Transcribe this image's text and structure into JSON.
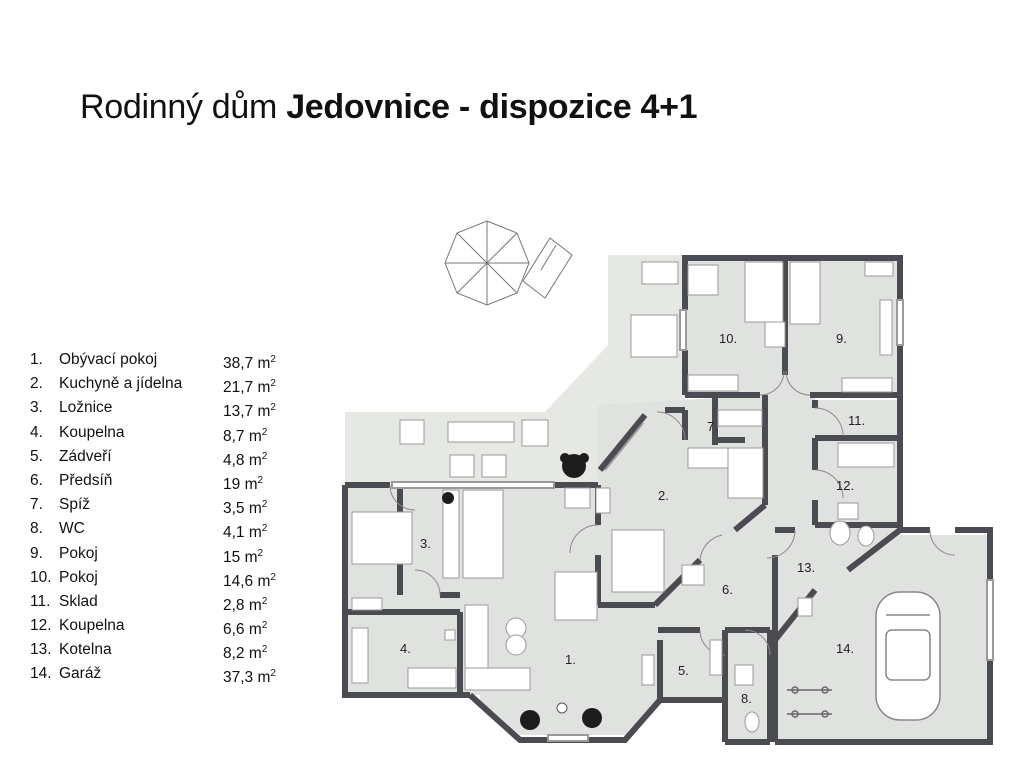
{
  "title": {
    "regular": "Rodinný dům ",
    "bold": "Jedovnice  - dispozice 4+1"
  },
  "area_unit": "m",
  "area_sup": "2",
  "rooms": [
    {
      "num": "1.",
      "name": "Obývací pokoj",
      "area": "38,7",
      "label": "1."
    },
    {
      "num": "2.",
      "name": "Kuchyně a jídelna",
      "area": "21,7",
      "label": "2."
    },
    {
      "num": "3.",
      "name": "Ložnice",
      "area": "13,7",
      "label": "3."
    },
    {
      "num": "4.",
      "name": "Koupelna",
      "area": "8,7",
      "label": "4."
    },
    {
      "num": "5.",
      "name": "Zádveří",
      "area": "4,8",
      "label": "5."
    },
    {
      "num": "6.",
      "name": "Předsíň",
      "area": "19",
      "label": "6."
    },
    {
      "num": "7.",
      "name": "Spíž",
      "area": "3,5",
      "label": "7."
    },
    {
      "num": "8.",
      "name": "WC",
      "area": "4,1",
      "label": "8."
    },
    {
      "num": "9.",
      "name": "Pokoj",
      "area": "15",
      "label": "9."
    },
    {
      "num": "10.",
      "name": "Pokoj",
      "area": "14,6",
      "label": "10."
    },
    {
      "num": "11.",
      "name": "Sklad",
      "area": "2,8",
      "label": "11."
    },
    {
      "num": "12.",
      "name": "Koupelna",
      "area": "6,6",
      "label": "12."
    },
    {
      "num": "13.",
      "name": "Kotelna",
      "area": "8,2",
      "label": "13."
    },
    {
      "num": "14.",
      "name": "Garáž",
      "area": "37,3",
      "label": "14."
    }
  ],
  "colors": {
    "wall": "#4b4b52",
    "floor": "#dfe2de",
    "terrace": "#e6e8e4",
    "furniture": "#ffffff",
    "plant": "#1d1d1d"
  }
}
